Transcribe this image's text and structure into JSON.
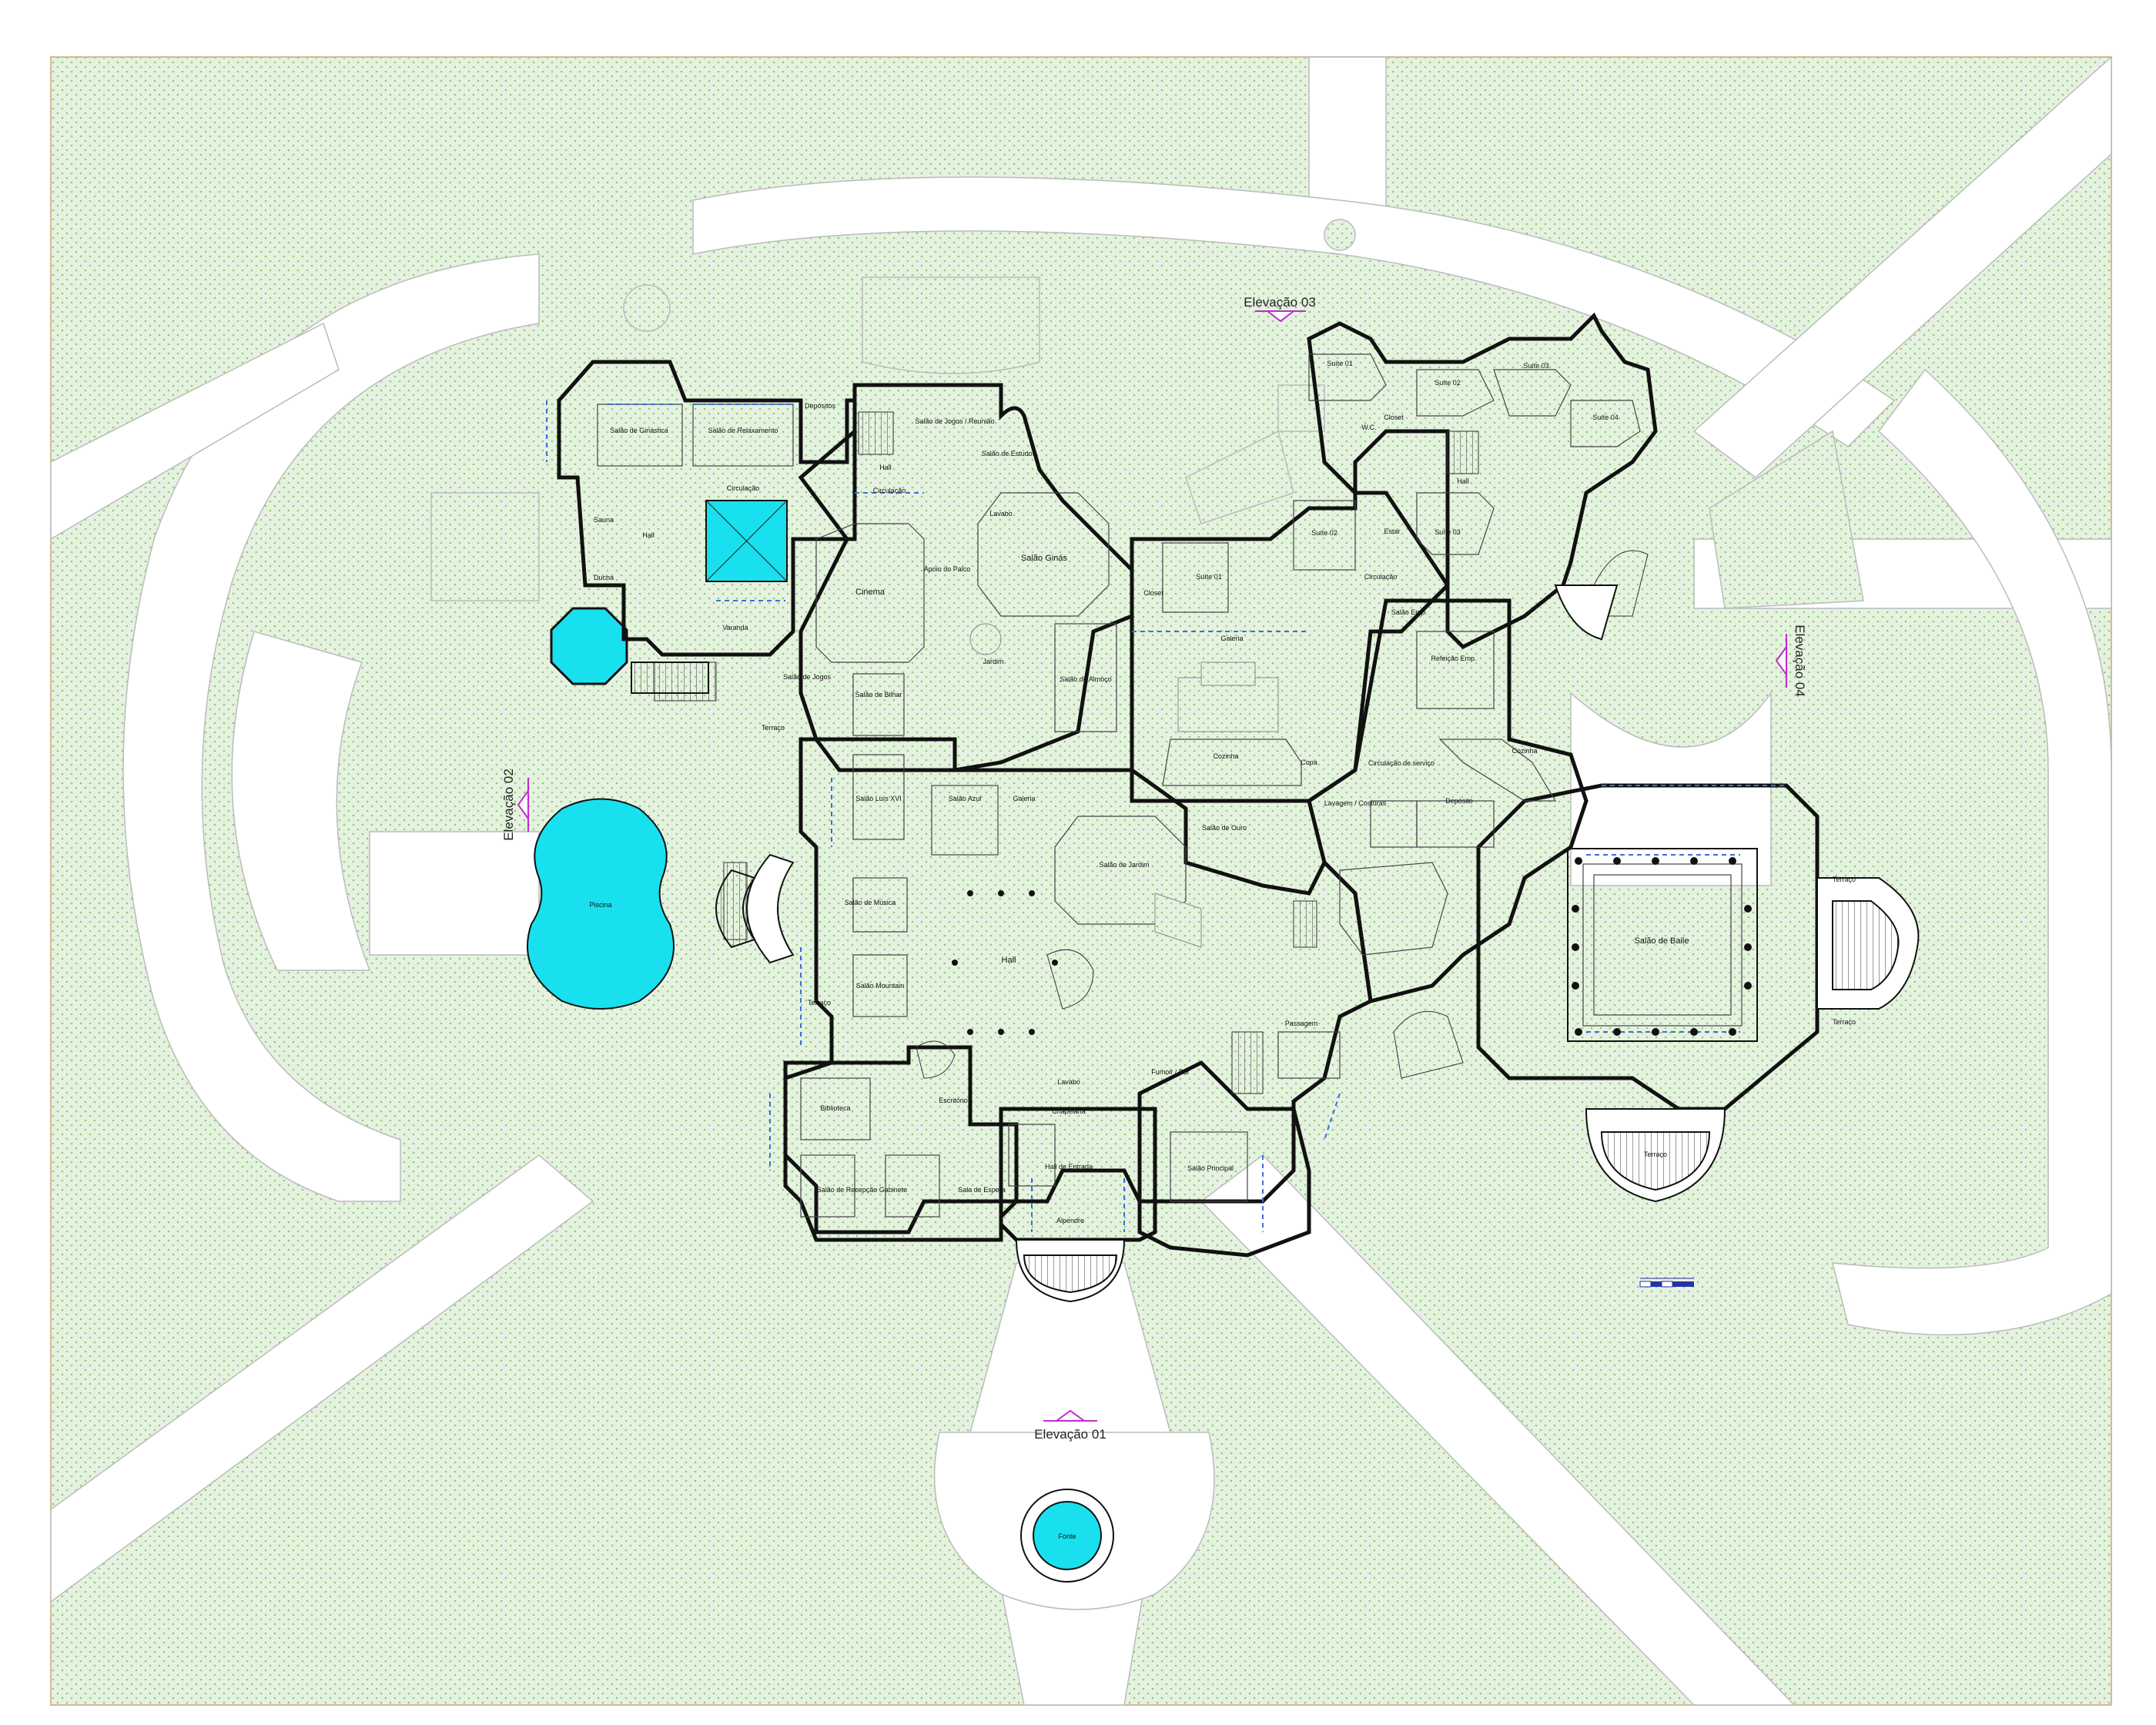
{
  "colors": {
    "lawn": "#e6f2e1",
    "lawn_dot": "#8ccf6e",
    "path": "#ffffff",
    "water": "#19e0ee",
    "wall": "#111111",
    "window": "#3a6fd8",
    "elevation_marker": "#c02ad0",
    "scale_bar": "#2233aa"
  },
  "elevations": {
    "e01": "Elevação 01",
    "e02": "Elevação 02",
    "e03": "Elevação 03",
    "e04": "Elevação 04"
  },
  "rooms": {
    "ginastica": "Salão de Ginástica",
    "relaxamento": "Salão de Relaxamento",
    "circulacao_a": "Circulação",
    "circulacao_b": "Circulação",
    "hall_top": "Hall",
    "hall_spa": "Hall",
    "sauna": "Sauna",
    "ducha": "Ducha",
    "varanda": "Varanda",
    "jogos": "Salão de Jogos",
    "terraco_w": "Terraço",
    "piscina": "Piscina",
    "fonte": "Fonte",
    "cinema": "Cinema",
    "apoio": "Apoio do Palco",
    "reuniao": "Salão de Jogos / Reunião",
    "estudos": "Salão de Estudos",
    "lavabo_top": "Lavabo",
    "depositos": "Depósitos",
    "ginasio": "Salão Ginás",
    "suite01": "Suíte 01",
    "closet_a": "Closet",
    "jardim_central": "Jardim",
    "estar_intimo": "Salão de Almoço",
    "bilhar": "Salão de Bilhar",
    "luis_xvi": "Salão Luís XVI",
    "azul": "Salão Azul",
    "galeria_a": "Galeria",
    "galeria_b": "Galeria",
    "jardim_inverno": "Salão de Jardim",
    "ouro": "Salão de Ouro",
    "cozinha": "Cozinha",
    "copa": "Copa",
    "hall_central": "Hall",
    "musica": "Salão de Música",
    "mountain": "Salão Mountain",
    "terraco_w2": "Terraço",
    "biblioteca": "Biblioteca",
    "escritorio": "Escritório",
    "recepcao": "Salão de Recepção",
    "gabinete": "Gabinete",
    "espera": "Sala de Espera",
    "hall_entrada": "Hall de Entrada",
    "lavabo_c": "Lavabo",
    "chapelaria": "Chapelaria",
    "alpendre": "Alpendre",
    "jantar_bar": "Fumoir / Bar",
    "principal": "Salão Principal",
    "passagem": "Passagem",
    "lavanderia": "Lavagem / Costuras",
    "deposito_a": "Depósito",
    "circ_servico": "Circulação de serviço",
    "cozinha_e": "Cozinha",
    "refeicao": "Refeição Emp.",
    "suite_emp": "Salão Emp.",
    "circulacao_e": "Circulação",
    "suite_e1": "Suíte 01",
    "suite_e2": "Suíte 02",
    "suite_e3": "Suíte 03",
    "suite_e4": "Suíte 04",
    "closet_e": "Closet",
    "hall_e": "Hall",
    "suite_02": "Suíte 02",
    "estar": "Estar",
    "suite_03": "Suíte 03",
    "baile": "Salão de Baile",
    "terraco_e1": "Terraço",
    "terraco_e2": "Terraço",
    "terraco_s": "Terraço",
    "wc": "W.C."
  }
}
